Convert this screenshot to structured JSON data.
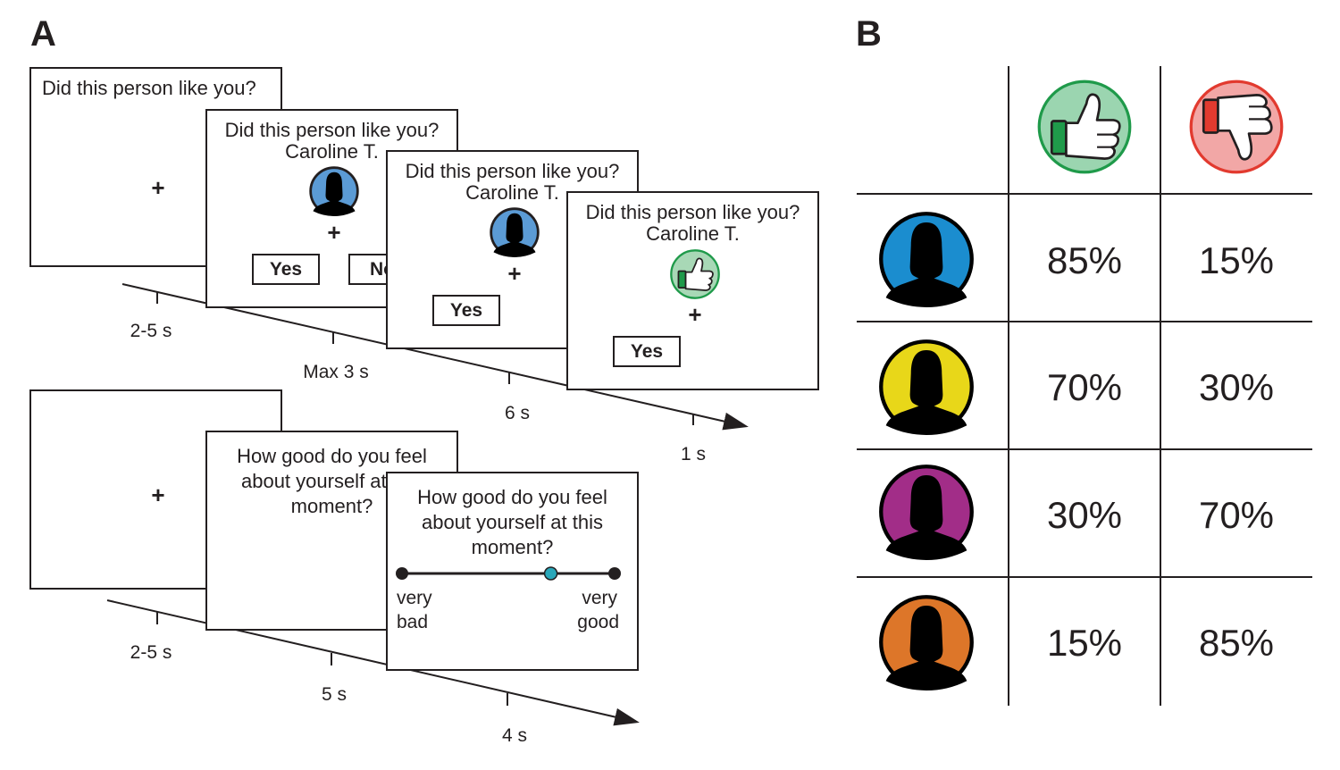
{
  "panel_a": {
    "letter": "A",
    "trial_question": "Did this person like you?",
    "person_name": "Caroline T.",
    "fixation": "+",
    "yes_label": "Yes",
    "no_label": "No",
    "feedback_icon": "thumbs-up-icon",
    "feedback_color": "#a8d8b6",
    "avatar_color": "#5b9bd5",
    "timeline_labels": [
      "2-5 s",
      "Max 3 s",
      "6 s",
      "1 s"
    ],
    "rating_question": "How good do you feel about yourself at this moment?",
    "rating_question_lines": [
      "How good do you feel",
      "about yourself at this",
      "moment?"
    ],
    "rating_low": [
      "very",
      "bad"
    ],
    "rating_high": [
      "very",
      "good"
    ],
    "rating_value": 0.7,
    "rating_dot_color": "#2aa7b9",
    "rating_timeline_labels": [
      "2-5 s",
      "5 s",
      "4 s"
    ]
  },
  "panel_b": {
    "letter": "B",
    "column_icons": [
      {
        "icon": "thumbs-up-icon",
        "fill": "#9bd5b0",
        "ring": "#1f9a4a",
        "cuff": "#1f9a4a"
      },
      {
        "icon": "thumbs-down-icon",
        "fill": "#f2a7a6",
        "ring": "#e23a2f",
        "cuff": "#e23a2f"
      }
    ],
    "rows": [
      {
        "avatar_color": "#1b8dcf",
        "like": "85%",
        "dislike": "15%"
      },
      {
        "avatar_color": "#e8d719",
        "like": "70%",
        "dislike": "30%"
      },
      {
        "avatar_color": "#a22d88",
        "like": "30%",
        "dislike": "70%"
      },
      {
        "avatar_color": "#dd7629",
        "like": "15%",
        "dislike": "85%"
      }
    ]
  }
}
